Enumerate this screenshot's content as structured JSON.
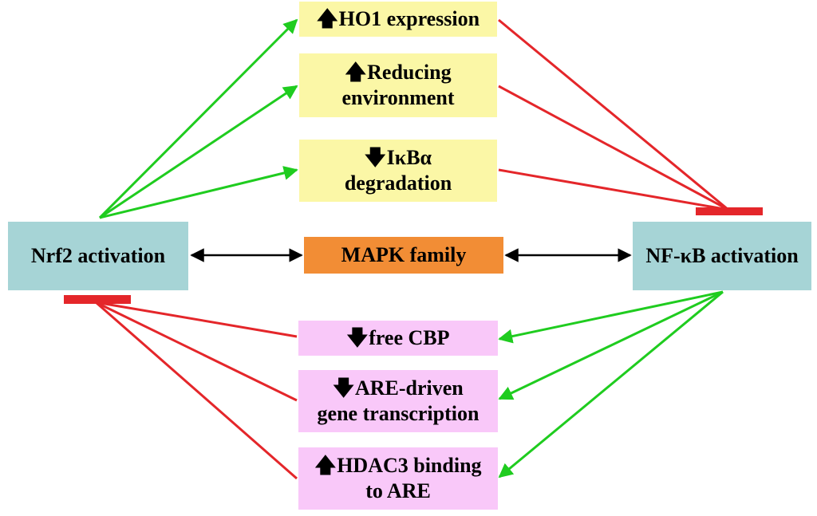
{
  "colors": {
    "activate": "#1fcc1f",
    "inhibit": "#e4262a",
    "bidirectional": "#000000",
    "yellow_box": "#fbf7a6",
    "pink_box": "#f9c8f9",
    "node_box": "#a6d4d6",
    "mapk_box": "#f28d35"
  },
  "nodes": {
    "nrf2": {
      "label": "Nrf2 activation"
    },
    "nfkb": {
      "label": "NF-κB activation"
    },
    "mapk": {
      "label": "MAPK family"
    }
  },
  "nrf2_effects": [
    {
      "arrow": "up-arrow",
      "glyph": "🡅",
      "line1": "HO1 expression",
      "line2": ""
    },
    {
      "arrow": "up-arrow",
      "glyph": "🡅",
      "line1": "Reducing",
      "line2": "environment"
    },
    {
      "arrow": "down-arrow",
      "glyph": "🡇",
      "line1": "IκBα",
      "line2": "degradation"
    }
  ],
  "nfkb_effects": [
    {
      "arrow": "down-arrow",
      "glyph": "🡇",
      "line1": "free CBP",
      "line2": ""
    },
    {
      "arrow": "down-arrow",
      "glyph": "🡇",
      "line1": "ARE-driven",
      "line2": "gene transcription"
    },
    {
      "arrow": "up-arrow",
      "glyph": "🡅",
      "line1": "HDAC3 binding",
      "line2": "to ARE"
    }
  ]
}
